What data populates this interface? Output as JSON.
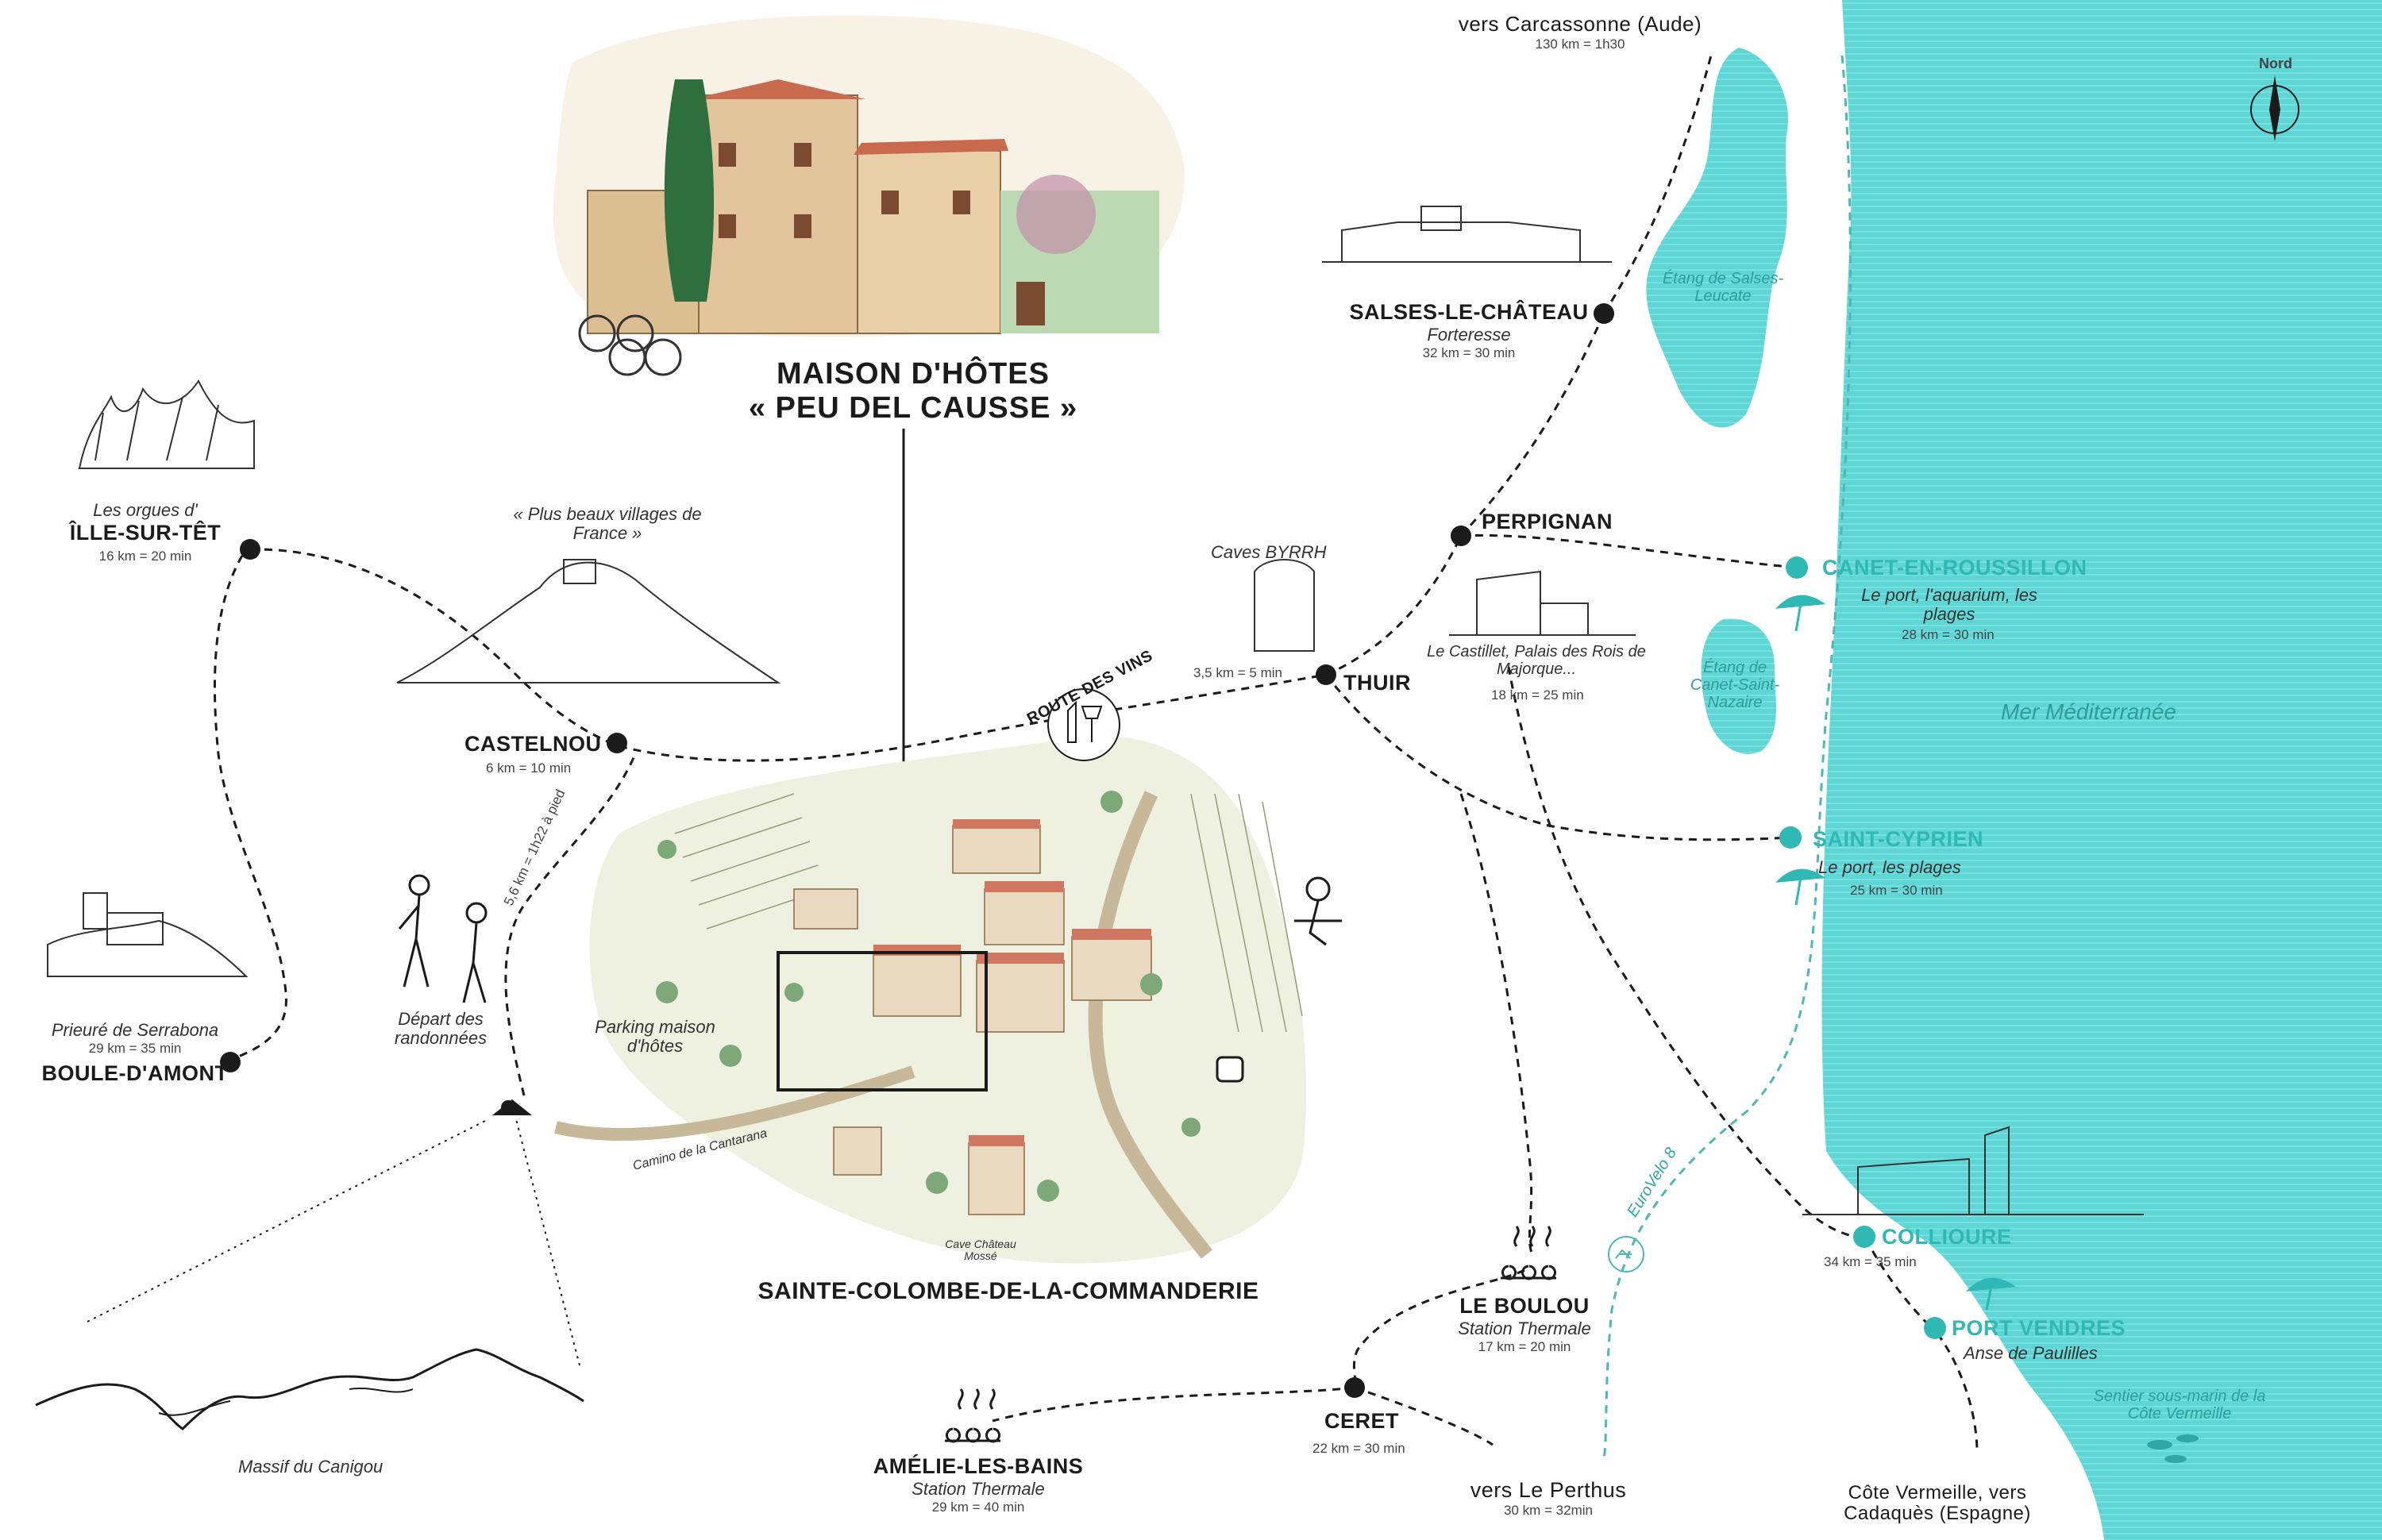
{
  "colors": {
    "sea": "#5ed6d6",
    "teal": "#2fb8b4",
    "ink": "#1b1b1b"
  },
  "title": {
    "line1": "MAISON D'HÔTES",
    "line2": "« PEU DEL CAUSSE »"
  },
  "village": "SAINTE-COLOMBE-DE-LA-COMMANDERIE",
  "north": "Nord",
  "sea": "Mer Méditerranée",
  "route_des_vins": "ROUTE DES VINS",
  "eurovelo": "EuroVelo 8",
  "places": {
    "carcassonne": {
      "name": "vers Carcassonne (Aude)",
      "dist": "130 km = 1h30"
    },
    "salses": {
      "name": "SALSES-LE-CHÂTEAU",
      "sub": "Forteresse",
      "dist": "32 km = 30 min"
    },
    "etang_salses": "Étang de Salses-Leucate",
    "perpignan": {
      "name": "PERPIGNAN",
      "sub": "Le Castillet, Palais des Rois de Majorque...",
      "dist": "18 km = 25 min"
    },
    "canet": {
      "name": "CANET-EN-ROUSSILLON",
      "sub": "Le port, l'aquarium, les plages",
      "dist": "28 km = 30 min"
    },
    "etang_canet": "Étang de Canet-Saint-Nazaire",
    "thuir": {
      "name": "THUIR",
      "caves": "Caves BYRRH",
      "dist": "3,5 km = 5 min"
    },
    "saint_cyprien": {
      "name": "SAINT-CYPRIEN",
      "sub": "Le port, les plages",
      "dist": "25 km = 30 min"
    },
    "ille": {
      "pre": "Les orgues d'",
      "name": "ÎLLE-SUR-TÊT",
      "dist": "16 km = 20 min"
    },
    "castelnou": {
      "note": "« Plus beaux villages de France »",
      "name": "CASTELNOU",
      "dist": "6 km = 10 min"
    },
    "boule": {
      "sub": "Prieuré de Serrabona",
      "dist": "29 km = 35 min",
      "name": "BOULE-D'AMONT"
    },
    "rando": "Départ des randonnées",
    "walk": "5,6 km = 1h22 à pied",
    "parking": "Parking maison d'hôtes",
    "cantarana": "Camino de la Cantarana",
    "cave_mosse": "Cave Château Mossé",
    "canigou": "Massif du Canigou",
    "boulou": {
      "name": "LE BOULOU",
      "sub": "Station Thermale",
      "dist": "17 km = 20 min"
    },
    "ceret": {
      "name": "CERET",
      "dist": "22 km = 30 min"
    },
    "amelie": {
      "name": "AMÉLIE-LES-BAINS",
      "sub": "Station Thermale",
      "dist": "29 km = 40 min"
    },
    "perthus": {
      "name": "vers Le Perthus",
      "dist": "30 km = 32min"
    },
    "collioure": {
      "name": "COLLIOURE",
      "dist": "34 km = 35 min"
    },
    "port_vendres": {
      "name": "PORT VENDRES",
      "sub": "Anse de Paulilles"
    },
    "sentier": "Sentier sous-marin de la Côte Vermeille",
    "cote_vermeille": "Côte Vermeille, vers Cadaquès (Espagne)"
  }
}
